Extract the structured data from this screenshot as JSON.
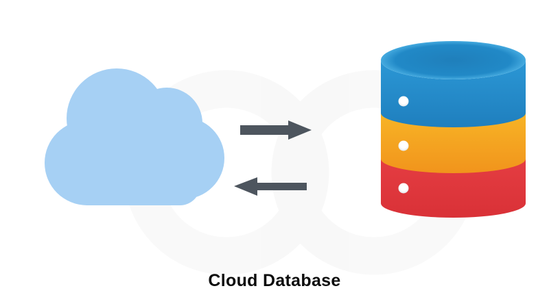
{
  "title": "Cloud Database",
  "diagram": {
    "nodes": [
      {
        "id": "cloud",
        "icon": "cloud-icon"
      },
      {
        "id": "database",
        "icon": "database-icon",
        "layer_count": 3,
        "layers": [
          "blue",
          "yellow",
          "red"
        ]
      }
    ],
    "arrows": [
      {
        "id": "arrow-right",
        "direction": "cloud-to-database"
      },
      {
        "id": "arrow-left",
        "direction": "database-to-cloud"
      }
    ]
  },
  "colors": {
    "background": "#FFFFFF",
    "title_text": "#0B0B0B",
    "cloud": "#A6D0F4",
    "arrow": "#4D555E",
    "watermark": "#000000",
    "db_top_center": "#1F7FBB",
    "db_top_mid": "#2189C7",
    "db_top_rim": "#45AADF",
    "db_blue_light": "#2B97D5",
    "db_blue_dark": "#1F7FBE",
    "db_yellow_light": "#FBC52B",
    "db_yellow_dark": "#F1941C",
    "db_red_light": "#EA4347",
    "db_red_dark": "#D93137",
    "db_dot_center": "#FFFFFF",
    "db_dot_edge": "#E3E7EA"
  }
}
